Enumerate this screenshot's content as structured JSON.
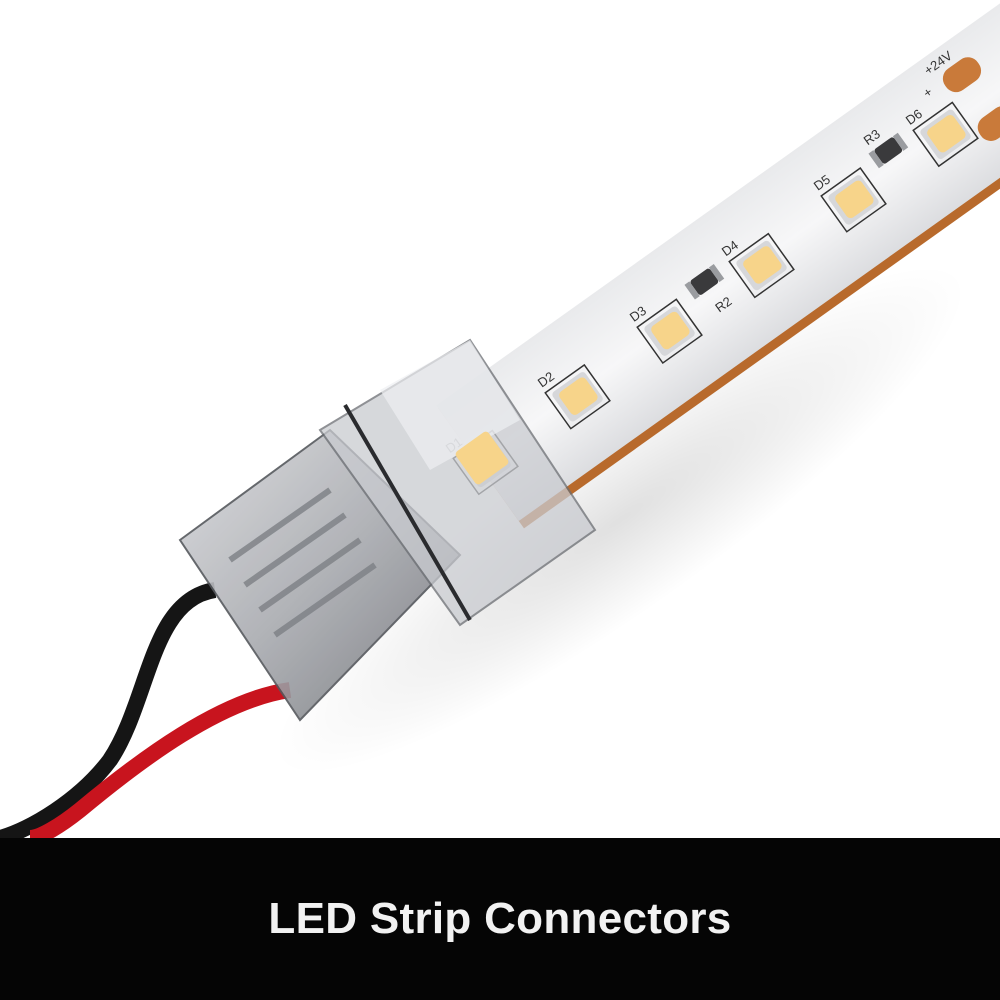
{
  "caption": "LED Strip Connectors",
  "strip": {
    "leds": [
      "D1",
      "D2",
      "D3",
      "D4",
      "D5",
      "D6"
    ],
    "resistors": [
      "R2",
      "R3"
    ],
    "voltage_label": "+24V",
    "plus_label": "+",
    "minus_label": "-"
  },
  "colors": {
    "background": "#ffffff",
    "caption_bar": "#050505",
    "caption_text": "#f2f2f2",
    "led": "#f7d48a",
    "solder_pad": "#c97a3a",
    "wire_red": "#c8141e",
    "wire_black": "#151515"
  }
}
